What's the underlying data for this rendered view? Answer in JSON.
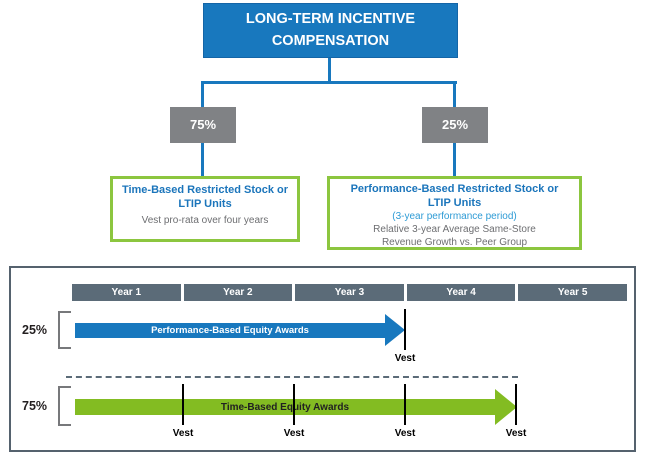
{
  "colors": {
    "blue": "#1878BE",
    "blue-border": "#1465A7",
    "text-blue": "#1B75BB",
    "light-blue": "#2E9BD5",
    "gray-box": "#808285",
    "slate": "#5B6B78",
    "green": "#83BC22",
    "green-border": "#8CC63F",
    "gray-text": "#6D6E71",
    "dark-text": "#231F20",
    "panel-border": "#55626E",
    "bracket-gray": "#77787B",
    "tick-black": "#000000",
    "arrow-text-dark": "#212121",
    "white": "#FFFFFF"
  },
  "org_chart": {
    "root_title": "LONG-TERM INCENTIVE COMPENSATION",
    "branches": [
      {
        "percent": "75%",
        "box": {
          "title": "Time-Based Restricted Stock or LTIP Units",
          "subtitle": "Vest pro-rata over four years"
        }
      },
      {
        "percent": "25%",
        "box": {
          "title": "Performance-Based Restricted Stock or LTIP Units",
          "period": "(3-year performance period)",
          "detail_line1": "Relative 3-year Average Same-Store",
          "detail_line2": "Revenue Growth vs. Peer Group"
        }
      }
    ]
  },
  "timeline": {
    "years": [
      "Year 1",
      "Year 2",
      "Year 3",
      "Year 4",
      "Year 5"
    ],
    "rows": [
      {
        "percent": "25%",
        "arrow_label": "Performance-Based Equity Awards",
        "arrow_color": "#1878BE",
        "vest_at_end_of_years": [
          3
        ],
        "vest_labels": [
          "Vest"
        ]
      },
      {
        "percent": "75%",
        "arrow_label": "Time-Based Equity Awards",
        "arrow_color": "#83BC22",
        "vest_at_end_of_years": [
          1,
          2,
          3,
          4
        ],
        "vest_labels": [
          "Vest",
          "Vest",
          "Vest",
          "Vest"
        ]
      }
    ]
  }
}
